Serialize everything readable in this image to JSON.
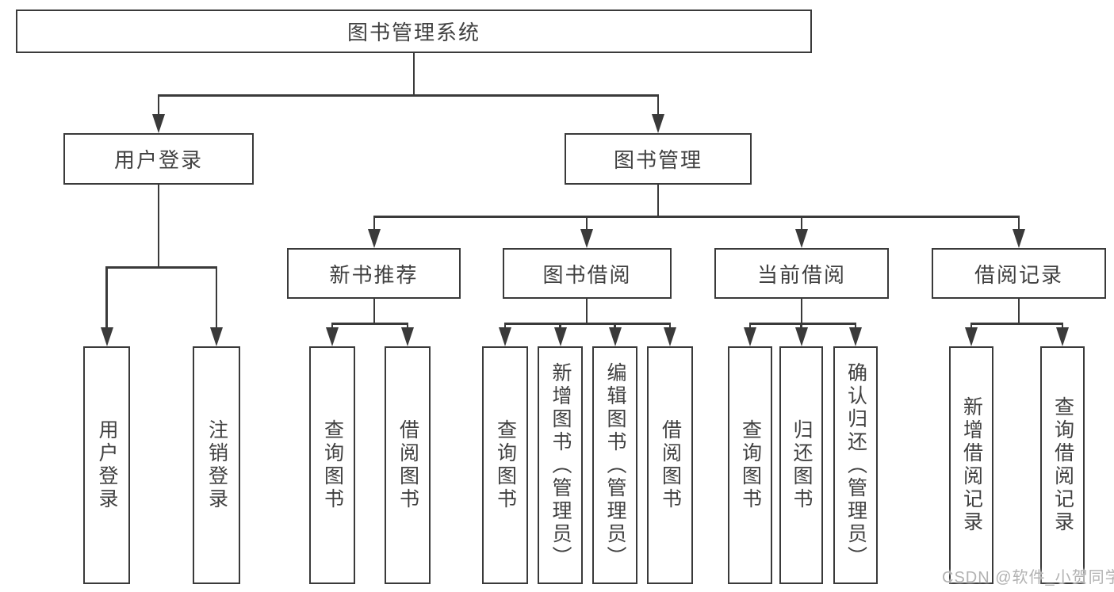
{
  "diagram_title": "图书管理系统",
  "nodes": {
    "root": {
      "label": "图书管理系统"
    },
    "user_login": {
      "label": "用户登录"
    },
    "book_mgmt": {
      "label": "图书管理"
    },
    "new_book_rec": {
      "label": "新书推荐"
    },
    "book_borrow": {
      "label": "图书借阅"
    },
    "current_borrow": {
      "label": "当前借阅"
    },
    "borrow_record": {
      "label": "借阅记录"
    },
    "ul_login": {
      "label": "用户登录"
    },
    "ul_logout": {
      "label": "注销登录"
    },
    "nb_query": {
      "label": "查询图书"
    },
    "nb_borrow": {
      "label": "借阅图书"
    },
    "bb_query": {
      "label": "查询图书"
    },
    "bb_add": {
      "label": "新增图书（管理员）"
    },
    "bb_edit": {
      "label": "编辑图书（管理员）"
    },
    "bb_borrow": {
      "label": "借阅图书"
    },
    "cb_query": {
      "label": "查询图书"
    },
    "cb_return": {
      "label": "归还图书"
    },
    "cb_confirm": {
      "label": "确认归还（管理员）"
    },
    "br_add": {
      "label": "新增借阅记录"
    },
    "br_query": {
      "label": "查询借阅记录"
    }
  },
  "tree": {
    "图书管理系统": {
      "用户登录": [
        "用户登录",
        "注销登录"
      ],
      "图书管理": {
        "新书推荐": [
          "查询图书",
          "借阅图书"
        ],
        "图书借阅": [
          "查询图书",
          "新增图书（管理员）",
          "编辑图书（管理员）",
          "借阅图书"
        ],
        "当前借阅": [
          "查询图书",
          "归还图书",
          "确认归还（管理员）"
        ],
        "借阅记录": [
          "新增借阅记录",
          "查询借阅记录"
        ]
      }
    }
  },
  "watermark": {
    "text": "CSDN @软件_小贺同学"
  },
  "colors": {
    "line": "#3a3a3a",
    "text": "#404040",
    "box_background": "#ffffff",
    "page_background": "#ffffff",
    "watermark": "#b2b2b2"
  }
}
